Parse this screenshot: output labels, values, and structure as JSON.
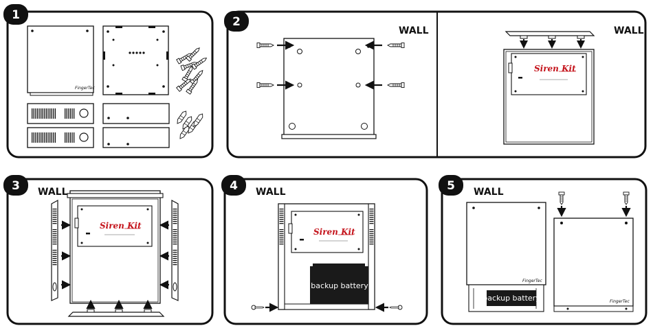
{
  "steps": [
    {
      "number": "1"
    },
    {
      "number": "2",
      "wall_label_a": "WALL",
      "wall_label_b": "WALL"
    },
    {
      "number": "3",
      "wall_label": "WALL"
    },
    {
      "number": "4",
      "wall_label": "WALL",
      "battery_label": "backup battery"
    },
    {
      "number": "5",
      "wall_label": "WALL",
      "battery_label": "backup battery"
    }
  ],
  "product": {
    "brand_label": "Siren Kit",
    "logo_text": "FingerTec"
  },
  "colors": {
    "frame": "#111111",
    "brand_red": "#c4121a",
    "battery": "#1a1a1a",
    "panel": "#ffffff"
  },
  "icons": [
    "screw-icon",
    "wall-plug-icon",
    "arrow-icon"
  ]
}
